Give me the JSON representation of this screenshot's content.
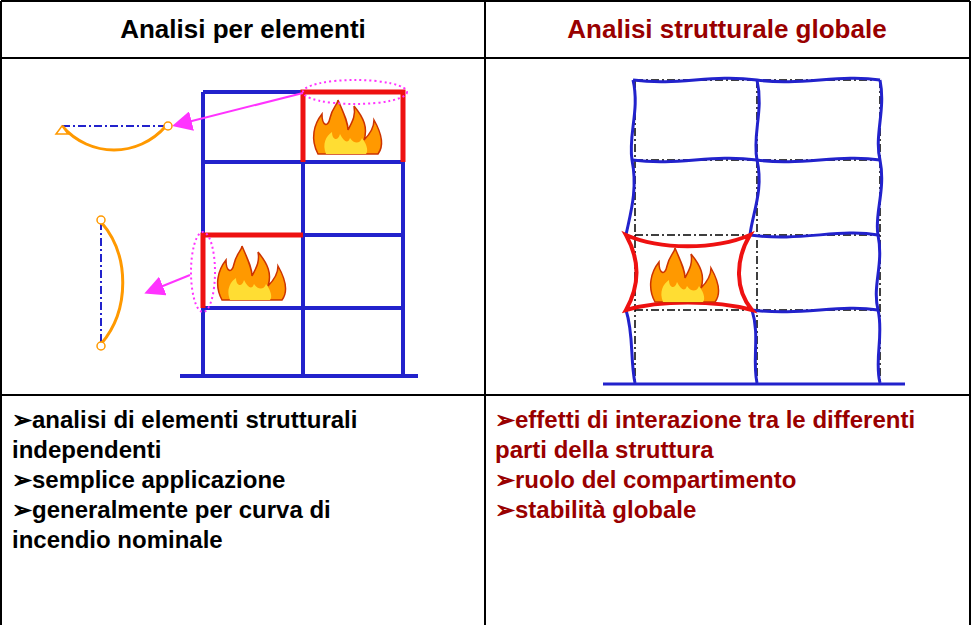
{
  "diagram": {
    "labels": [
      "Analisi per elementi",
      "Analisi strutturale globale",
      "➢analisi di elementi strutturali independenti",
      "➢semplice applicazione",
      "➢generalmente per curva di incendio nominale",
      "➢effetti di interazione tra le differenti parti della struttura",
      "➢ruolo del compartimento",
      "➢stabilità globale"
    ]
  }
}
